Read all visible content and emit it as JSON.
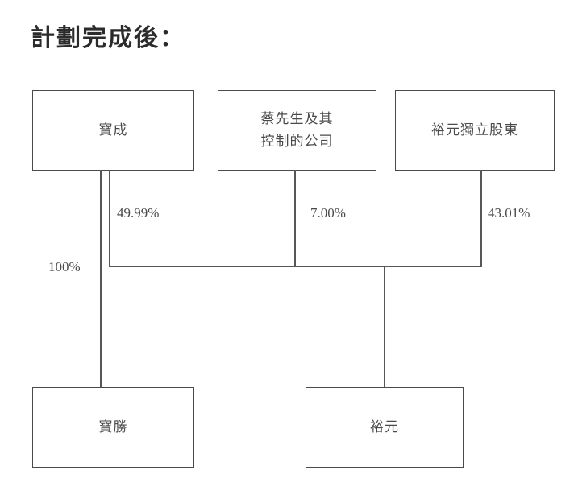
{
  "title": "計劃完成後：",
  "diagram": {
    "type": "org-ownership-chart",
    "nodes": [
      {
        "id": "baocheng",
        "label": "寶成"
      },
      {
        "id": "mr-tsai",
        "label": "蔡先生及其\n控制的公司"
      },
      {
        "id": "yuyuan-ind",
        "label": "裕元獨立股東"
      },
      {
        "id": "baosheng",
        "label": "寶勝"
      },
      {
        "id": "yuyuan",
        "label": "裕元"
      }
    ],
    "edges": [
      {
        "from": "baocheng",
        "to": "yuyuan",
        "label": "49.99%"
      },
      {
        "from": "mr-tsai",
        "to": "yuyuan",
        "label": "7.00%"
      },
      {
        "from": "yuyuan-ind",
        "to": "yuyuan",
        "label": "43.01%"
      },
      {
        "from": "baocheng",
        "to": "baosheng",
        "label": "100%"
      }
    ]
  },
  "colors": {
    "box_border": "#4a4a4a",
    "line": "#565656",
    "text": "#4a4a4a",
    "title": "#2b2b2b",
    "background": "#ffffff"
  }
}
